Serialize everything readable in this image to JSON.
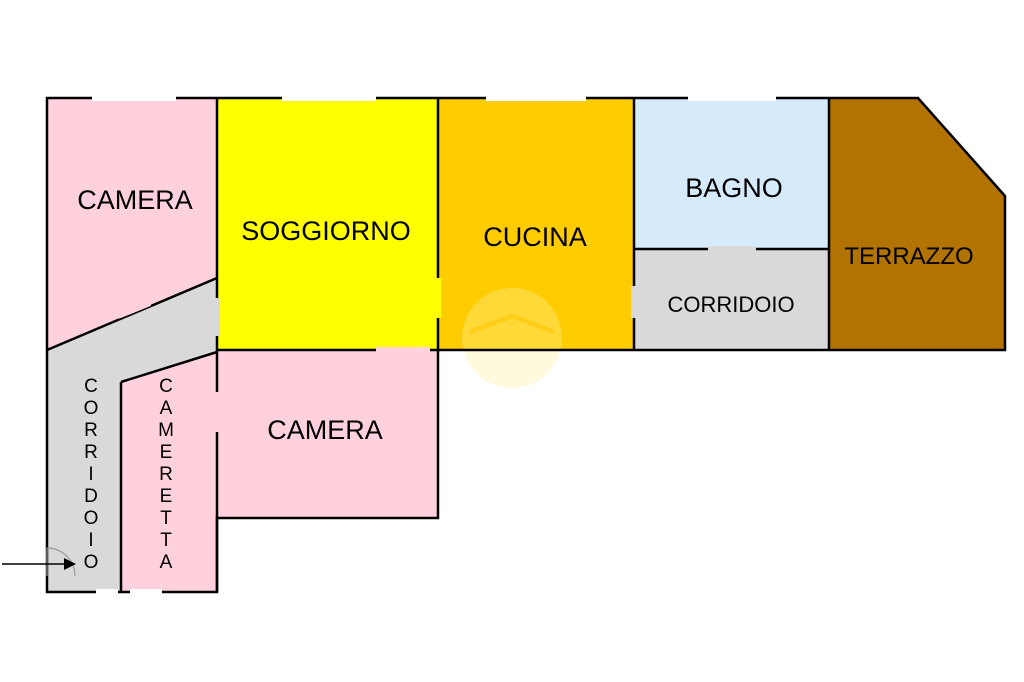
{
  "colors": {
    "camera": "#FFD1DC",
    "soggiorno": "#FFFF00",
    "cucina": "#FFCC00",
    "bagno": "#D5EAFA",
    "corridoio": "#D9D9D9",
    "terrazzo": "#B27300",
    "wall": "#000000"
  },
  "rooms": {
    "camera_top": "CAMERA",
    "soggiorno": "SOGGIORNO",
    "cucina": "CUCINA",
    "bagno": "BAGNO",
    "corridoio_right": "CORRIDOIO",
    "terrazzo": "TERRAZZO",
    "camera_bottom": "CAMERA",
    "corridoio_left": "CORRIDOIO",
    "cameretta": "CAMERETTA"
  },
  "icons": {
    "entrance": "entrance-arrow-icon",
    "door_swing": "door-swing-icon",
    "watermark": "watermark-house-icon"
  }
}
